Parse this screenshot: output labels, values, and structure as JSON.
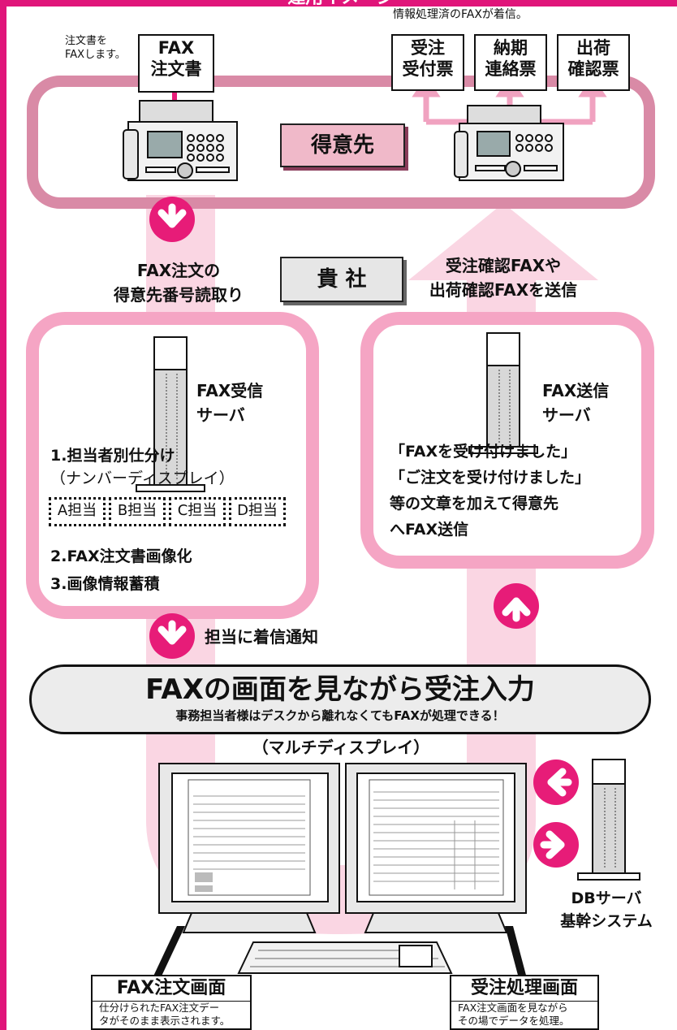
{
  "customer": {
    "send_note_lines": [
      "注文書を",
      "FAXします。"
    ],
    "incoming_note": "情報処理済のFAXが着信。",
    "order_doc_lines": [
      "FAX",
      "注文書"
    ],
    "docs": [
      {
        "lines": [
          "受注",
          "受付票"
        ]
      },
      {
        "lines": [
          "納期",
          "連絡票"
        ]
      },
      {
        "lines": [
          "出荷",
          "確認票"
        ]
      }
    ],
    "label": "得意先"
  },
  "company": {
    "label": "貴 社",
    "read_caption_lines": [
      "FAX注文の",
      "得意先番号読取り"
    ],
    "send_caption_lines": [
      "受注確認FAXや",
      "出荷確認FAXを送信"
    ]
  },
  "receive_panel": {
    "server_label_lines": [
      "FAX受信",
      "サーバ"
    ],
    "step1": "1.担当者別仕分け",
    "step1_sub": "（ナンバーディスプレイ）",
    "staff": [
      "A担当",
      "B担当",
      "C担当",
      "D担当"
    ],
    "step2": "2.FAX注文書画像化",
    "step3": "3.画像情報蓄積"
  },
  "send_panel": {
    "server_label_lines": [
      "FAX送信",
      "サーバ"
    ],
    "text_lines": [
      "「FAXを受け付けました」",
      "「ご注文を受け付けました」",
      "等の文章を加えて得意先",
      "へFAX送信"
    ]
  },
  "notify_caption": "担当に着信通知",
  "banner": {
    "title": "FAXの画面を見ながら受注入力",
    "subtitle": "事務担当者様はデスクから離れなくてもFAXが処理できる！"
  },
  "multi_display_caption": "（マルチディスプレイ）",
  "db_server_lines": [
    "DBサーバ",
    "基幹システム"
  ],
  "fax_screen": {
    "title": "FAX注文画面",
    "desc_lines": [
      "仕分けられたFAX注文デー",
      "タがそのまま表示されます。"
    ]
  },
  "order_screen": {
    "title": "受注処理画面",
    "desc_lines": [
      "FAX注文画面を見ながら",
      "その場でデータを処理。"
    ]
  },
  "colors": {
    "frame": "#e0157a",
    "flow_light": "#fad6e3",
    "panel_pink": "#f5a5c4",
    "loop_pink": "#d98aa6",
    "arrow_magenta": "#e71c78"
  }
}
